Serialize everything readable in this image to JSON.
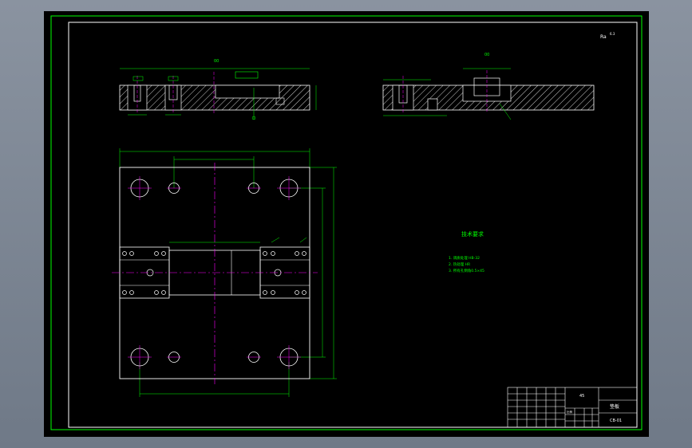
{
  "colors": {
    "background": "#7b8594",
    "sheet": "#000000",
    "frame": "#ffffff",
    "border": "#00ff00",
    "hatch": "#ffffff",
    "centerline": "#ff00ff",
    "dimension": "#00ff00",
    "note": "#00ff00"
  },
  "drawing": {
    "sheet_label": "Ra",
    "front_view_top_label": "00",
    "side_view_top_label": "00",
    "tech_req_title": "技术要求",
    "tech_req_items": [
      "1. 调质处理 HB-32",
      "2. 热处理 HR",
      "3. 所有孔倒角0.5×45"
    ]
  },
  "title_block": {
    "part_name": "垫板",
    "drawing_number": "CB-01",
    "scale_label": "比例",
    "material_label": "45"
  },
  "icons": {
    "frame": "drawing-frame",
    "hatch": "section-hatch",
    "hole": "bolt-hole-icon"
  }
}
